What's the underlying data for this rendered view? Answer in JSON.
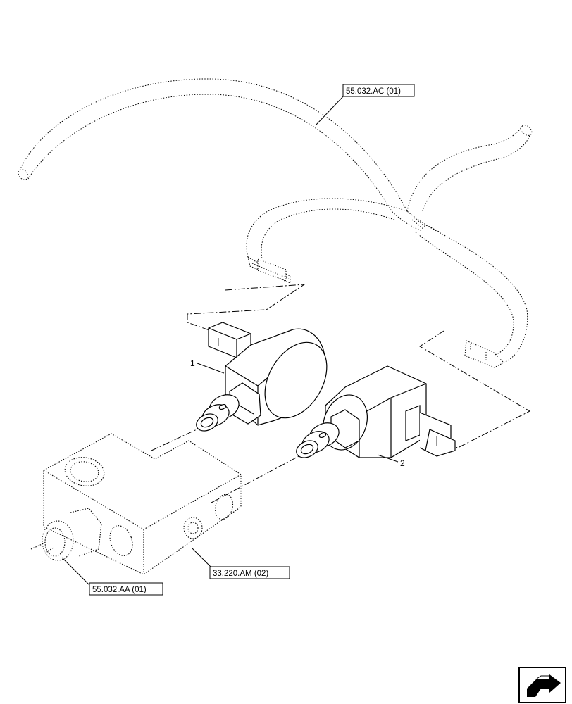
{
  "references": {
    "harness": "55.032.AC (01)",
    "sensor": "55.032.AA (01)",
    "valve_block": "33.220.AM (02)"
  },
  "items": {
    "solenoid_1": "1",
    "solenoid_2": "2"
  },
  "nav_icon": "next-page-arrow-icon"
}
